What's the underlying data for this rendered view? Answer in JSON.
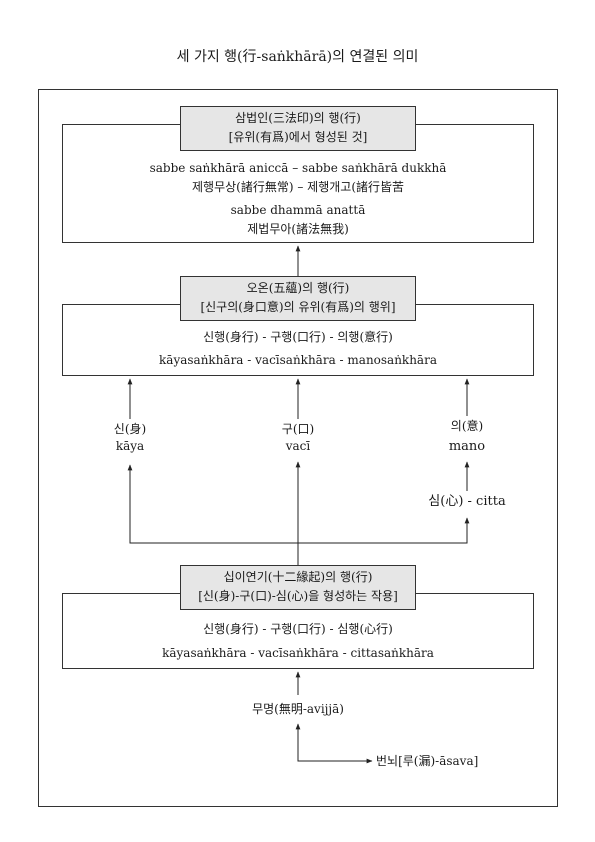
{
  "title": "세 가지 행(行-saṅkhārā)의 연결된 의미",
  "box1": {
    "header_line1": "삼법인(三法印)의 행(行)",
    "header_line2": "[유위(有爲)에서 형성된 것]",
    "line1": "sabbe saṅkhārā aniccā – sabbe saṅkhārā dukkhā",
    "line2": "제행무상(諸行無常)  –   제행개고(諸行皆苦",
    "line3": "sabbe dhammā anattā",
    "line4": "제법무아(諸法無我)"
  },
  "box2": {
    "header_line1": "오온(五蘊)의 행(行)",
    "header_line2": "[신구의(身口意)의 유위(有爲)의 행위]",
    "line1": "신행(身行) - 구행(口行) - 의행(意行)",
    "line2": "kāyasaṅkhāra - vacīsaṅkhāra - manosaṅkhāra"
  },
  "labels": {
    "body_kr": "신(身)",
    "body_pali": "kāya",
    "speech_kr": "구(口)",
    "speech_pali": "vacī",
    "mind_kr": "의(意)",
    "mind_pali": "mano",
    "citta": "심(心) - citta"
  },
  "box3": {
    "header_line1": "십이연기(十二緣起)의 행(行)",
    "header_line2": "[신(身)-구(口)-심(心)을 형성하는 작용]",
    "line1": "신행(身行) - 구행(口行) - 심행(心行)",
    "line2": "kāyasaṅkhāra - vacīsaṅkhāra - cittasaṅkhāra"
  },
  "ignorance": "무명(無明-avijjā)",
  "asava": "번뇌[루(漏)-āsava]"
}
